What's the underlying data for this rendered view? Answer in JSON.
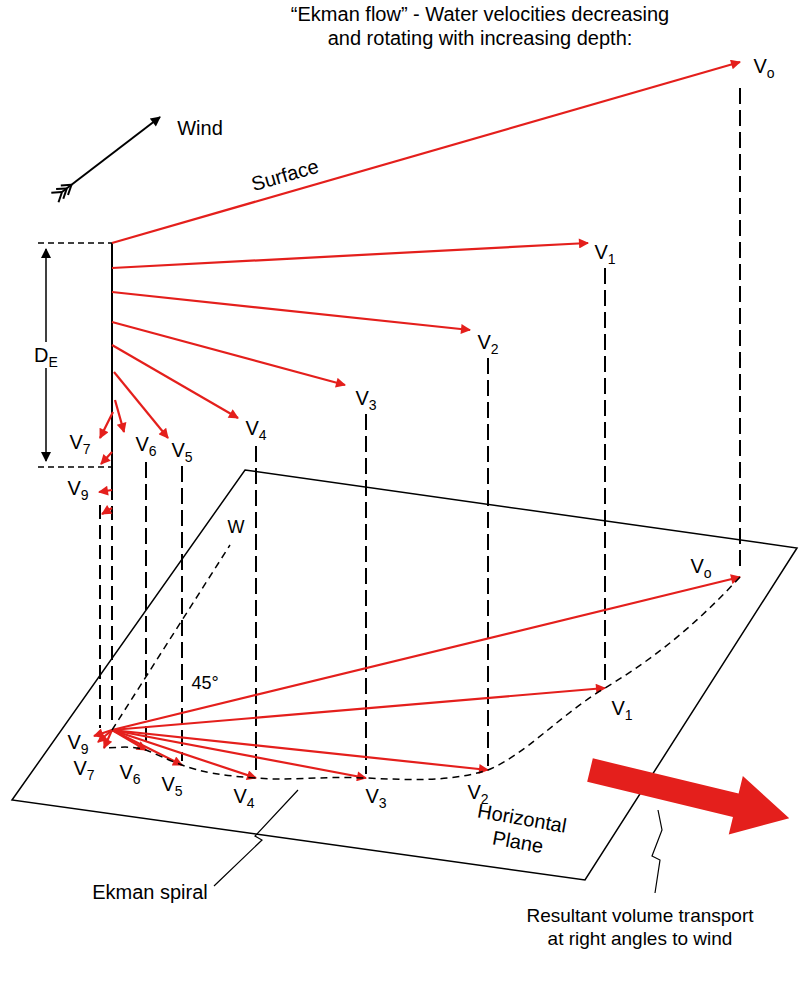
{
  "diagram": {
    "title": "“Ekman flow” - Water velocities decreasing and rotating with increasing depth:",
    "labels": [
      "Wind",
      "Surface",
      "DE",
      "Vo",
      "V1",
      "V2",
      "V3",
      "V4",
      "V5",
      "V6",
      "V7",
      "V9",
      "W",
      "45°",
      "Vo",
      "V1",
      "V2",
      "V3",
      "V4",
      "V5",
      "V6",
      "V7",
      "V9",
      "Horizontal Plane",
      "Ekman spiral",
      "Resultant volume transport at right angles to wind"
    ]
  }
}
